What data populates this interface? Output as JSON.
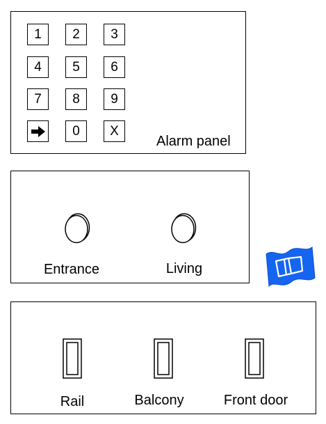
{
  "alarm_panel": {
    "title": "Alarm panel",
    "keys": [
      {
        "label": "1"
      },
      {
        "label": "2"
      },
      {
        "label": "3"
      },
      {
        "label": "4"
      },
      {
        "label": "5"
      },
      {
        "label": "6"
      },
      {
        "label": "7"
      },
      {
        "label": "8"
      },
      {
        "label": "9"
      },
      {
        "icon": "arrow-right-icon"
      },
      {
        "label": "0"
      },
      {
        "label": "X"
      }
    ]
  },
  "motion_sensors": [
    {
      "label": "Entrance",
      "icon": "motion-sensor-icon"
    },
    {
      "label": "Living",
      "icon": "motion-sensor-icon"
    }
  ],
  "door_contacts": [
    {
      "label": "Rail",
      "icon": "door-contact-icon"
    },
    {
      "label": "Balcony",
      "icon": "door-contact-icon"
    },
    {
      "label": "Front door",
      "icon": "door-contact-icon"
    }
  ],
  "floor_plan": {
    "icon": "floor-plan-icon",
    "color": "#1565f0"
  }
}
